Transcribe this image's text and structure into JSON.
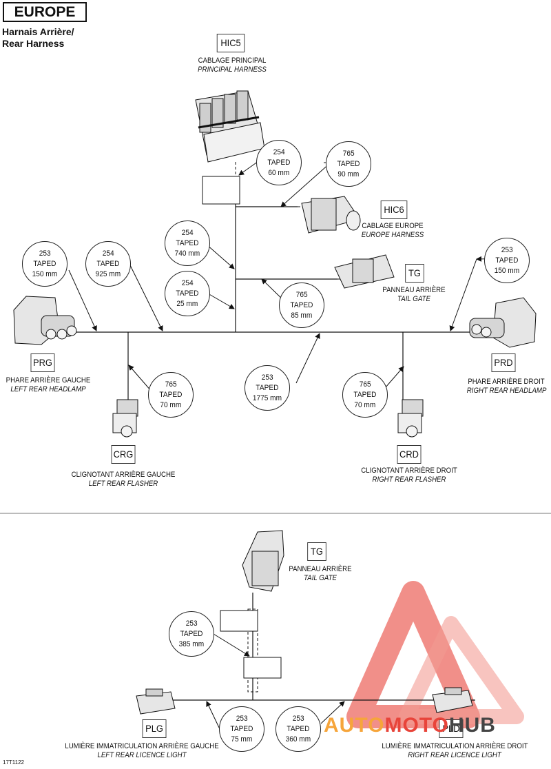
{
  "title": "EUROPE",
  "subtitle": [
    "Harnais Arrière/",
    "Rear Harness"
  ],
  "ref": "17T1122",
  "watermark": {
    "part1": "AUTO",
    "part2": "MOTO",
    "part3": "HUB",
    "colors": {
      "auto": "#f6a53b",
      "moto": "#e8443a",
      "hub": "#444444",
      "logo": "#e8443a"
    }
  },
  "connectors": {
    "hic5": {
      "code": "HIC5",
      "fr": "CABLAGE PRINCIPAL",
      "en": "PRINCIPAL HARNESS"
    },
    "hic6": {
      "code": "HIC6",
      "fr": "CABLAGE EUROPE",
      "en": "EUROPE HARNESS"
    },
    "tg": {
      "code": "TG",
      "fr": "PANNEAU ARRIÈRE",
      "en": "TAIL GATE"
    },
    "prg": {
      "code": "PRG",
      "fr": "PHARE ARRIÈRE GAUCHE",
      "en": "LEFT REAR HEADLAMP"
    },
    "prd": {
      "code": "PRD",
      "fr": "PHARE ARRIÈRE DROIT",
      "en": "RIGHT REAR HEADLAMP"
    },
    "crg": {
      "code": "CRG",
      "fr": "CLIGNOTANT ARRIÈRE GAUCHE",
      "en": "LEFT REAR FLASHER"
    },
    "crd": {
      "code": "CRD",
      "fr": "CLIGNOTANT ARRIÈRE DROIT",
      "en": "RIGHT REAR FLASHER"
    },
    "tg2": {
      "code": "TG",
      "fr": "PANNEAU ARRIÈRE",
      "en": "TAIL GATE"
    },
    "plg": {
      "code": "PLG",
      "fr": "LUMIÈRE IMMATRICULATION ARRIÈRE GAUCHE",
      "en": "LEFT REAR LICENCE LIGHT"
    },
    "pld": {
      "code": "PLD",
      "fr": "LUMIÈRE IMMATRICULATION ARRIÈRE DROIT",
      "en": "RIGHT REAR LICENCE LIGHT"
    }
  },
  "callouts": {
    "c1": {
      "num": "254",
      "tape": "TAPED",
      "len": "60 mm"
    },
    "c2": {
      "num": "765",
      "tape": "TAPED",
      "len": "90 mm"
    },
    "c3": {
      "num": "254",
      "tape": "TAPED",
      "len": "740 mm"
    },
    "c4": {
      "num": "254",
      "tape": "TAPED",
      "len": "25 mm"
    },
    "c5": {
      "num": "765",
      "tape": "TAPED",
      "len": "85 mm"
    },
    "c6": {
      "num": "253",
      "tape": "TAPED",
      "len": "150 mm"
    },
    "c7": {
      "num": "254",
      "tape": "TAPED",
      "len": "925 mm"
    },
    "c8": {
      "num": "253",
      "tape": "TAPED",
      "len": "150 mm"
    },
    "c9": {
      "num": "765",
      "tape": "TAPED",
      "len": "70 mm"
    },
    "c10": {
      "num": "253",
      "tape": "TAPED",
      "len": "1775 mm"
    },
    "c11": {
      "num": "765",
      "tape": "TAPED",
      "len": "70 mm"
    },
    "c12": {
      "num": "253",
      "tape": "TAPED",
      "len": "385 mm"
    },
    "c13": {
      "num": "253",
      "tape": "TAPED",
      "len": "75 mm"
    },
    "c14": {
      "num": "253",
      "tape": "TAPED",
      "len": "360 mm"
    }
  }
}
